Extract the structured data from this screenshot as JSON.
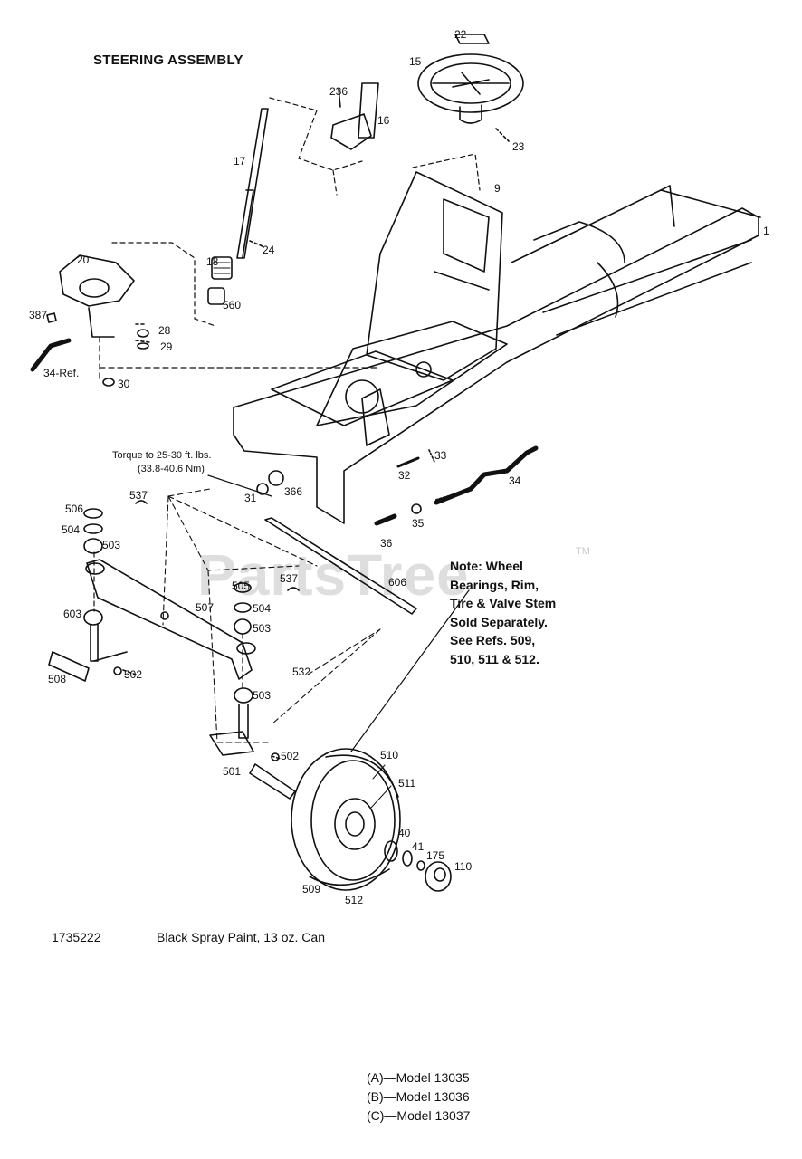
{
  "title": "STEERING ASSEMBLY",
  "watermark": "PartsTree",
  "watermark_tm": "TM",
  "callouts": {
    "c22": "22",
    "c15": "15",
    "c236": "236",
    "c16": "16",
    "c23": "23",
    "c17": "17",
    "c9": "9",
    "c1": "1",
    "c24": "24",
    "c20": "20",
    "c18": "18",
    "c560": "560",
    "c387": "387",
    "c28": "28",
    "c29": "29",
    "c34ref": "34-Ref.",
    "c30": "30",
    "c33": "33",
    "c32": "32",
    "c34": "34",
    "c31": "31",
    "c366": "366",
    "c35": "35",
    "c36": "36",
    "c506": "506",
    "c537a": "537",
    "c504a": "504",
    "c503a": "503",
    "c505": "505",
    "c537b": "537",
    "c504b": "504",
    "c503b": "503",
    "c606": "606",
    "c603": "603",
    "c507": "507",
    "c508": "508",
    "c502a": "502",
    "c532": "532",
    "c503c": "503",
    "c502b": "502",
    "c501": "501",
    "c510": "510",
    "c511": "511",
    "c40": "40",
    "c41": "41",
    "c175": "175",
    "c110": "110",
    "c509": "509",
    "c512": "512"
  },
  "torque": {
    "line1": "Torque to 25-30 ft. lbs.",
    "line2": "(33.8-40.6 Nm)"
  },
  "note": {
    "line1": "Note:  Wheel",
    "line2": "Bearings, Rim,",
    "line3": "Tire & Valve Stem",
    "line4": "Sold Separately.",
    "line5": "See Refs. 509,",
    "line6": "510, 511 & 512."
  },
  "parts_list": [
    {
      "part_number": "1735222",
      "description": "Black Spray Paint, 13 oz. Can"
    }
  ],
  "models": [
    {
      "label": "(A)—Model 13035"
    },
    {
      "label": "(B)—Model 13036"
    },
    {
      "label": "(C)—Model 13037"
    }
  ]
}
